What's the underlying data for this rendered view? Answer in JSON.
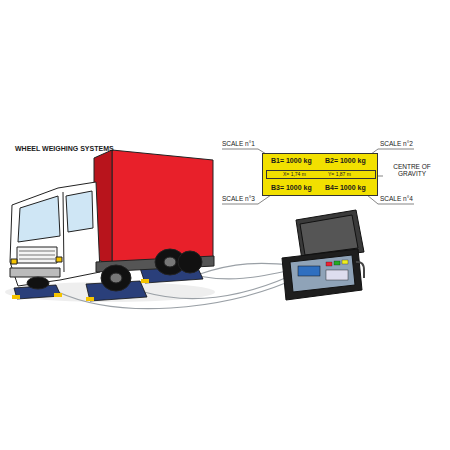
{
  "diagram": {
    "title": "WHEEL WEIGHING SYSTEMS",
    "nodes": [
      {
        "text": [
          "B1= 1000 kg",
          "B2= 1000 kg",
          "B3= 1000 kg",
          "B4= 1000 kg"
        ]
      },
      {
        "text": [
          "X= 1,74 m",
          "Y= 1,87 m"
        ],
        "in": 0
      }
    ],
    "labels": [
      "SCALE n°1",
      "SCALE n°2",
      "CENTRE OF GRAVITY",
      "SCALE n°3",
      "SCALE n°4"
    ]
  }
}
